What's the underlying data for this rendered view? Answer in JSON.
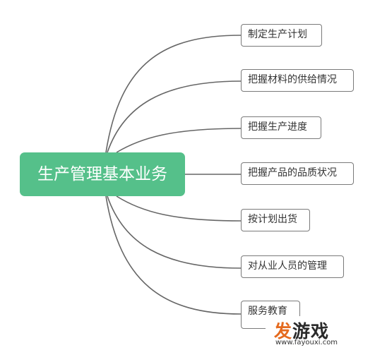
{
  "root": {
    "label": "生产管理基本业务"
  },
  "children": [
    {
      "label": "制定生产计划"
    },
    {
      "label": "把握材料的供给情况"
    },
    {
      "label": "把握生产进度"
    },
    {
      "label": "把握产品的品质状况"
    },
    {
      "label": "按计划出货"
    },
    {
      "label": "对从业人员的管理"
    },
    {
      "label": "服务教育"
    }
  ],
  "watermark": {
    "logo_accent": "发",
    "logo_rest": "游戏",
    "url": "www.fayouxi.com"
  },
  "colors": {
    "root_fill": "#55c08a",
    "connector": "#666666",
    "node_border": "#7a7a7a"
  }
}
